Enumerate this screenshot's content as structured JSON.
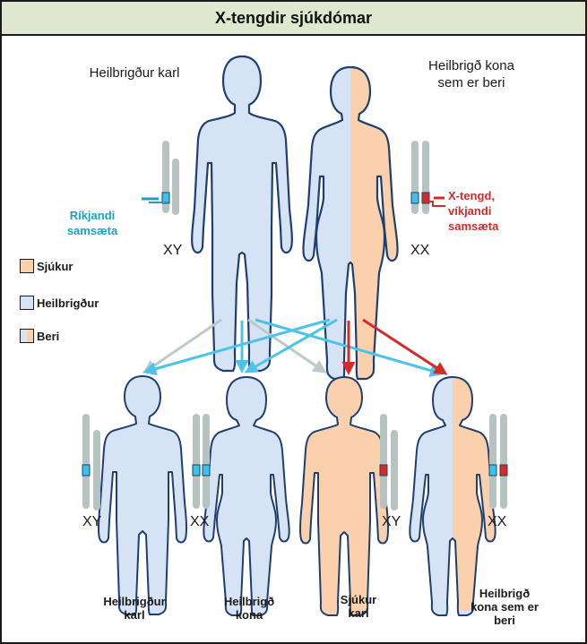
{
  "title": "X-tengdir sjúkdómar",
  "parents": {
    "male_label": "Heilbrigður karl",
    "female_label_line1": "Heilbrigð kona",
    "female_label_line2": "sem er beri",
    "male_genotype": "XY",
    "female_genotype": "XX",
    "dominant_allele_line1": "Ríkjandi",
    "dominant_allele_line2": "samsæta",
    "recessive_allele_line1": "X-tengd,",
    "recessive_allele_line2": "víkjandi",
    "recessive_allele_line3": "samsæta"
  },
  "legend": [
    {
      "label": "Sjúkur",
      "color": "#fbd0ad"
    },
    {
      "label": "Heilbrigður",
      "color": "#d5e3f5"
    },
    {
      "label": "Beri",
      "color": "split"
    }
  ],
  "children": [
    {
      "label_line1": "Heilbrigður",
      "label_line2": "karl",
      "genotype": "XY",
      "status": "healthy"
    },
    {
      "label_line1": "Heilbrigð",
      "label_line2": "kona",
      "genotype": "XX",
      "status": "healthy"
    },
    {
      "label_line1": "Sjúkur",
      "label_line2": "karl",
      "genotype": "XY",
      "status": "affected"
    },
    {
      "label_line1": "Heilbrigð",
      "label_line2": "kona sem er",
      "label_line3": "beri",
      "genotype": "XX",
      "status": "carrier"
    }
  ],
  "colors": {
    "healthy": "#d5e3f5",
    "affected": "#fbd0ad",
    "outline": "#1f3f6e",
    "chromosome": "#b6c3c0",
    "dominant_allele": "#3ec0ea",
    "recessive_allele": "#d42a2a",
    "arrow_blue": "#4cc3ea",
    "arrow_red": "#d42a2a",
    "arrow_gray": "#bccbc9",
    "title_bg": "#dfe7cf"
  }
}
